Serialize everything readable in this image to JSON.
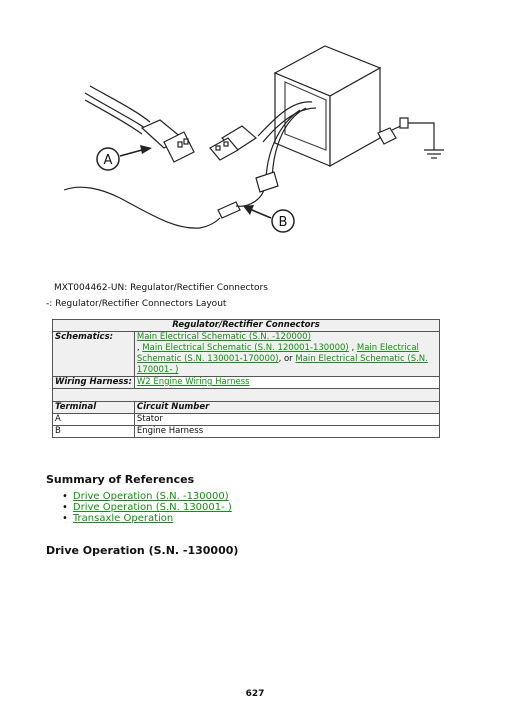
{
  "figure": {
    "callout_a": "A",
    "callout_b": "B"
  },
  "caption": "MXT004462-UN: Regulator/Rectifier Connectors",
  "subcaption": "-: Regulator/Rectifier Connectors Layout",
  "table": {
    "title": "Regulator/Rectifier Connectors",
    "schematics_label": "Schematics:",
    "schematics": {
      "link1": "Main Electrical Schematic (S.N. -120000)",
      "sep1": ",",
      "link2": "Main Electrical Schematic (S.N. 120001-130000)",
      "sep2": ",",
      "link3": "Main Electrical Schematic (S.N. 130001-170000)",
      "sep3": ", or",
      "link4": "Main Electrical Schematic (S.N. 170001- )"
    },
    "harness_label": "Wiring Harness:",
    "harness_link": "W2 Engine Wiring Harness",
    "col_terminal": "Terminal",
    "col_circuit": "Circuit Number",
    "rows": [
      {
        "terminal": "A",
        "circuit": "Stator"
      },
      {
        "terminal": "B",
        "circuit": "Engine Harness"
      }
    ]
  },
  "summary": {
    "title": "Summary of References",
    "items": [
      "Drive Operation (S.N. -130000)",
      "Drive Operation (S.N. 130001- )",
      "Transaxle Operation"
    ]
  },
  "section_title": "Drive Operation (S.N. -130000)",
  "page_number": "627",
  "colors": {
    "link": "#1a8a1a",
    "table_fill": "#f0f0f0",
    "border": "#555555"
  }
}
